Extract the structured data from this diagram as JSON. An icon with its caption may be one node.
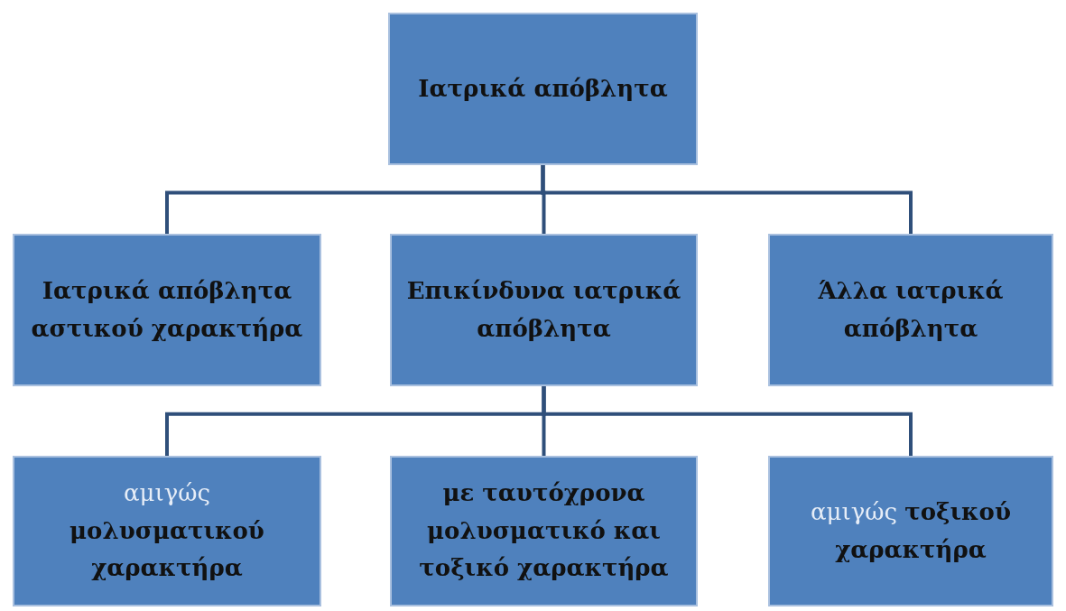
{
  "diagram": {
    "nodes": [
      {
        "text": [
          "Ιατρικά απόβλητα"
        ]
      },
      {
        "text": [
          "Ιατρικά απόβλητα αστικού χαρακτήρα"
        ]
      },
      {
        "text": [
          "Επικίνδυνα ιατρικά απόβλητα"
        ]
      },
      {
        "text": [
          "Άλλα ιατρικά απόβλητα"
        ]
      },
      {
        "text": [
          "αμιγώς",
          "μολυσματικού χαρακτήρα"
        ]
      },
      {
        "text": [
          "με ταυτόχρονα μολυσματικό και τοξικό χαρακτήρα"
        ]
      },
      {
        "text": [
          "αμιγώς",
          "τοξικού χαρακτήρα"
        ]
      }
    ],
    "edges": [
      {
        "from": 0,
        "to": 1,
        "arrow": "none"
      },
      {
        "from": 0,
        "to": 2,
        "arrow": "none"
      },
      {
        "from": 0,
        "to": 3,
        "arrow": "none"
      },
      {
        "from": 2,
        "to": 4,
        "arrow": "none"
      },
      {
        "from": 2,
        "to": 5,
        "arrow": "none"
      },
      {
        "from": 2,
        "to": 6,
        "arrow": "none"
      }
    ]
  }
}
